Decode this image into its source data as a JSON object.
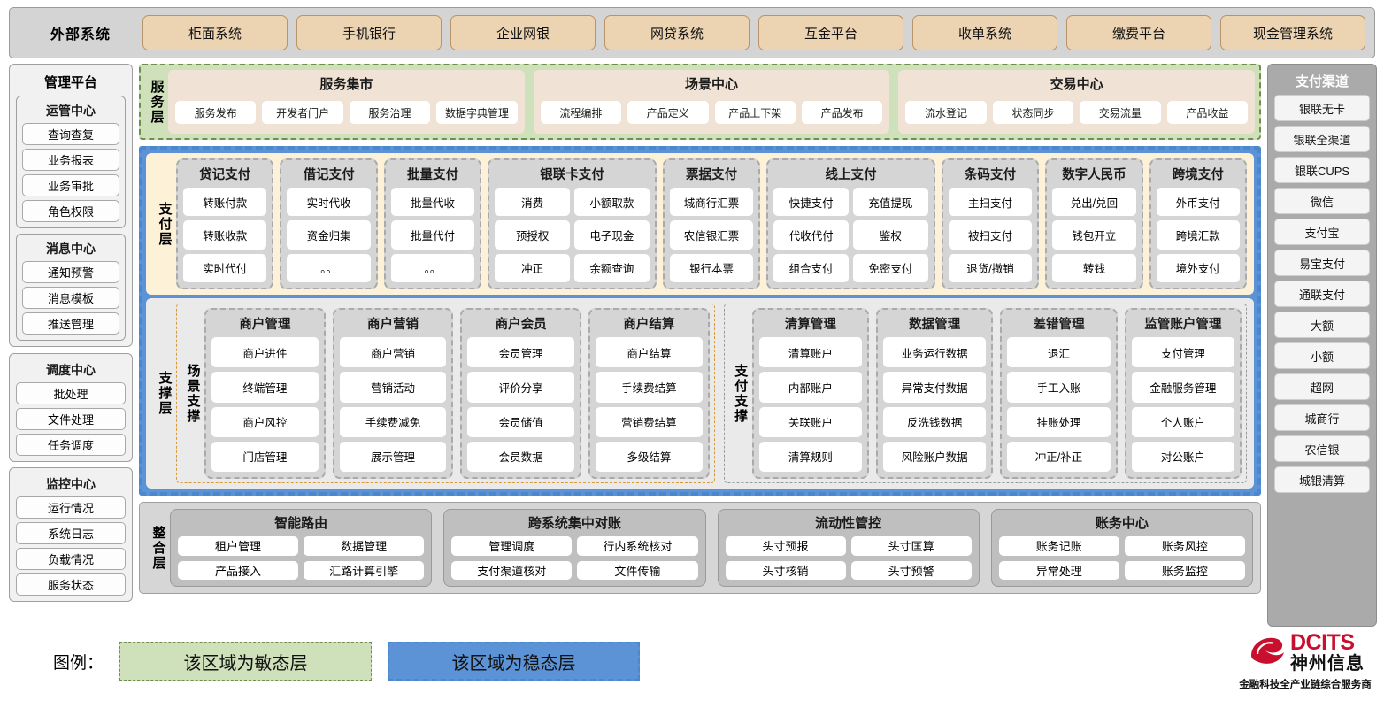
{
  "external": {
    "title": "外部系统",
    "items": [
      "柜面系统",
      "手机银行",
      "企业网银",
      "网贷系统",
      "互金平台",
      "收单系统",
      "缴费平台",
      "现金管理系统"
    ]
  },
  "left_sidebar": {
    "title": "管理平台",
    "groups": [
      {
        "subgroups": [
          {
            "title": "运管中心",
            "items": [
              "查询查复",
              "业务报表",
              "业务审批",
              "角色权限"
            ]
          },
          {
            "title": "消息中心",
            "items": [
              "通知预警",
              "消息模板",
              "推送管理"
            ]
          }
        ]
      }
    ],
    "standalone": [
      {
        "title": "调度中心",
        "items": [
          "批处理",
          "文件处理",
          "任务调度"
        ]
      },
      {
        "title": "监控中心",
        "items": [
          "运行情况",
          "系统日志",
          "负载情况",
          "服务状态"
        ]
      }
    ]
  },
  "right_sidebar": {
    "title": "支付渠道",
    "items": [
      "银联无卡",
      "银联全渠道",
      "银联CUPS",
      "微信",
      "支付宝",
      "易宝支付",
      "通联支付",
      "大额",
      "小额",
      "超网",
      "城商行",
      "农信银",
      "城银清算"
    ]
  },
  "service_layer": {
    "label": "服务层",
    "groups": [
      {
        "title": "服务集市",
        "items": [
          "服务发布",
          "开发者门户",
          "服务治理",
          "数据字典管理"
        ]
      },
      {
        "title": "场景中心",
        "items": [
          "流程编排",
          "产品定义",
          "产品上下架",
          "产品发布"
        ]
      },
      {
        "title": "交易中心",
        "items": [
          "流水登记",
          "状态同步",
          "交易流量",
          "产品收益"
        ]
      }
    ]
  },
  "payment_layer": {
    "label": "支付层",
    "groups": [
      {
        "title": "贷记支付",
        "cols": 1,
        "items": [
          "转账付款",
          "转账收款",
          "实时代付"
        ]
      },
      {
        "title": "借记支付",
        "cols": 1,
        "items": [
          "实时代收",
          "资金归集",
          "。。"
        ]
      },
      {
        "title": "批量支付",
        "cols": 1,
        "items": [
          "批量代收",
          "批量代付",
          "。。"
        ]
      },
      {
        "title": "银联卡支付",
        "cols": 2,
        "items": [
          "消费",
          "小额取款",
          "预授权",
          "电子现金",
          "冲正",
          "余额查询"
        ]
      },
      {
        "title": "票据支付",
        "cols": 1,
        "items": [
          "城商行汇票",
          "农信银汇票",
          "银行本票"
        ]
      },
      {
        "title": "线上支付",
        "cols": 2,
        "items": [
          "快捷支付",
          "充值提现",
          "代收代付",
          "鉴权",
          "组合支付",
          "免密支付"
        ]
      },
      {
        "title": "条码支付",
        "cols": 1,
        "items": [
          "主扫支付",
          "被扫支付",
          "退货/撤销"
        ]
      },
      {
        "title": "数字人民币",
        "cols": 1,
        "items": [
          "兑出/兑回",
          "钱包开立",
          "转钱"
        ]
      },
      {
        "title": "跨境支付",
        "cols": 1,
        "items": [
          "外币支付",
          "跨境汇款",
          "境外支付"
        ]
      }
    ]
  },
  "support_layer": {
    "label": "支撑层",
    "zones": [
      {
        "label": "场景支撑",
        "groups": [
          {
            "title": "商户管理",
            "items": [
              "商户进件",
              "终端管理",
              "商户风控",
              "门店管理"
            ]
          },
          {
            "title": "商户营销",
            "items": [
              "商户营销",
              "营销活动",
              "手续费减免",
              "展示管理"
            ]
          },
          {
            "title": "商户会员",
            "items": [
              "会员管理",
              "评价分享",
              "会员储值",
              "会员数据"
            ]
          },
          {
            "title": "商户结算",
            "items": [
              "商户结算",
              "手续费结算",
              "营销费结算",
              "多级结算"
            ]
          }
        ]
      },
      {
        "label": "支付支撑",
        "groups": [
          {
            "title": "清算管理",
            "items": [
              "清算账户",
              "内部账户",
              "关联账户",
              "清算规则"
            ]
          },
          {
            "title": "数据管理",
            "items": [
              "业务运行数据",
              "异常支付数据",
              "反洗钱数据",
              "风险账户数据"
            ]
          },
          {
            "title": "差错管理",
            "items": [
              "退汇",
              "手工入账",
              "挂账处理",
              "冲正/补正"
            ]
          },
          {
            "title": "监管账户管理",
            "items": [
              "支付管理",
              "金融服务管理",
              "个人账户",
              "对公账户"
            ]
          }
        ]
      }
    ]
  },
  "integration_layer": {
    "label": "整合层",
    "groups": [
      {
        "title": "智能路由",
        "items": [
          "租户管理",
          "数据管理",
          "产品接入",
          "汇路计算引擎"
        ]
      },
      {
        "title": "跨系统集中对账",
        "items": [
          "管理调度",
          "行内系统核对",
          "支付渠道核对",
          "文件传输"
        ]
      },
      {
        "title": "流动性管控",
        "items": [
          "头寸预报",
          "头寸匡算",
          "头寸核销",
          "头寸预警"
        ]
      },
      {
        "title": "账务中心",
        "items": [
          "账务记账",
          "账务风控",
          "异常处理",
          "账务监控"
        ]
      }
    ]
  },
  "legend": {
    "label": "图例：",
    "agile": "该区域为敏态层",
    "stable": "该区域为稳态层",
    "agile_color": "#cfe1bb",
    "stable_color": "#5b93d6"
  },
  "logo": {
    "en": "DCITS",
    "cn": "神州信息",
    "tagline": "金融科技全产业链综合服务商",
    "brand_color": "#c8102e"
  }
}
